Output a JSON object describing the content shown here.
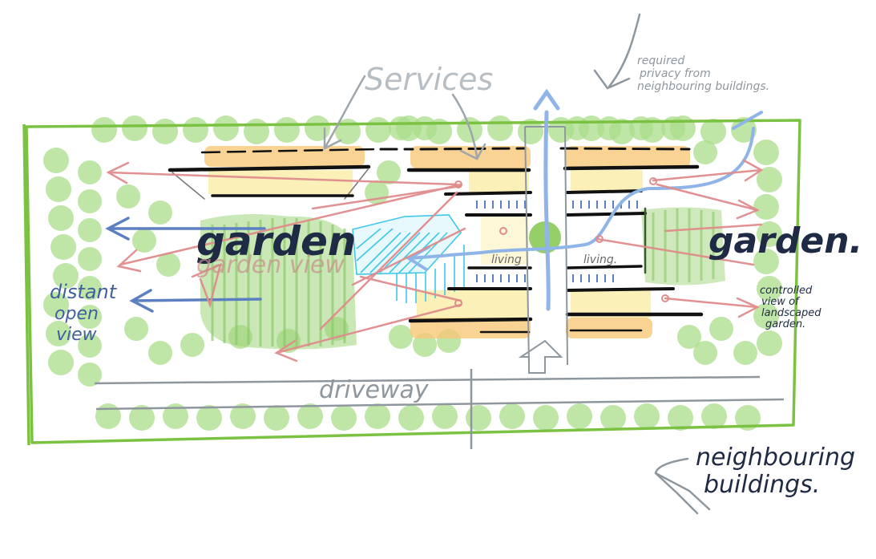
{
  "labels": {
    "services": "Services",
    "privacy_note": [
      "required",
      "privacy from",
      "neighbouring buildings."
    ],
    "garden_left": "garden",
    "garden_view": "garden view",
    "garden_right": "garden.",
    "distant_view": [
      "distant",
      "open",
      "view"
    ],
    "living_left": "living",
    "living_right": "living.",
    "controlled_view": [
      "controlled",
      "view of",
      "landscaped",
      "garden."
    ],
    "driveway": "driveway",
    "neighbouring_buildings": [
      "neighbouring",
      "buildings."
    ]
  },
  "colors": {
    "site_boundary": "#7cc242",
    "tree": "#a9dc8a",
    "garden_fill": "#9fd47a",
    "service_band": "#f6c878",
    "courtyard_fill": "#fbeeb0",
    "wall_line": "#111111",
    "view_arrow_pink": "#e08c8c",
    "view_arrow_blue": "#5b7fc0",
    "axis_arrow": "#8fb4e8",
    "hatch_cyan": "#3ec8e8",
    "annotation_grey": "#8e979e",
    "ink_dark": "#1f2a44",
    "ink_blue": "#3f5f9e"
  }
}
